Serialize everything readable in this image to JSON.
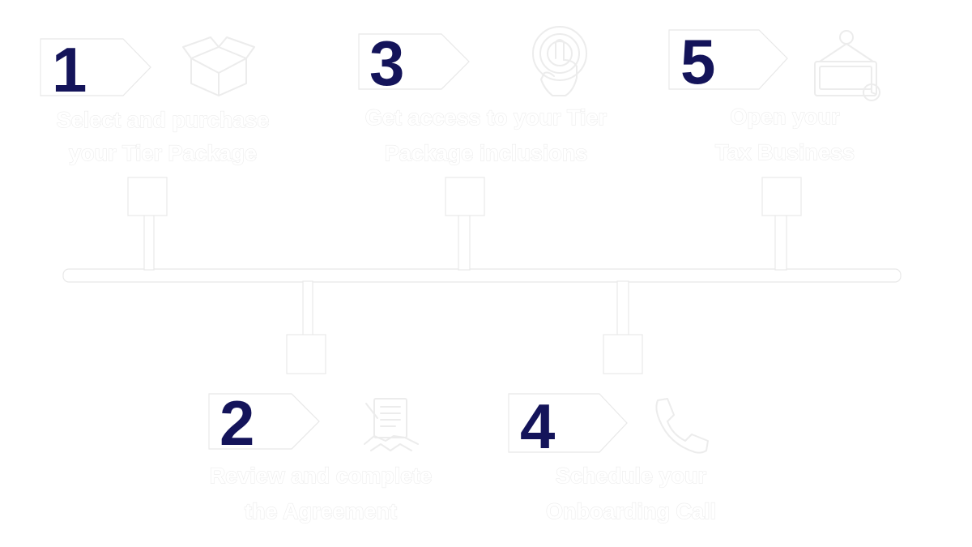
{
  "colors": {
    "number": "#14145a",
    "label_fill": "#ffffff",
    "outline": "#e8e8e8"
  },
  "steps": [
    {
      "number": "1",
      "line1": "Select and purchase",
      "line2": "your Tier Package",
      "icon": "open-box-icon"
    },
    {
      "number": "2",
      "line1": "Review and complete",
      "line2": "the Agreement",
      "icon": "agreement-handshake-icon"
    },
    {
      "number": "3",
      "line1": "Get access to your Tier",
      "line2": "Package inclusions",
      "icon": "touch-access-icon"
    },
    {
      "number": "4",
      "line1": "Schedule your",
      "line2": "Onboarding Call",
      "icon": "phone-icon"
    },
    {
      "number": "5",
      "line1": "Open your",
      "line2": "Tax Business",
      "icon": "open-sign-icon"
    }
  ]
}
